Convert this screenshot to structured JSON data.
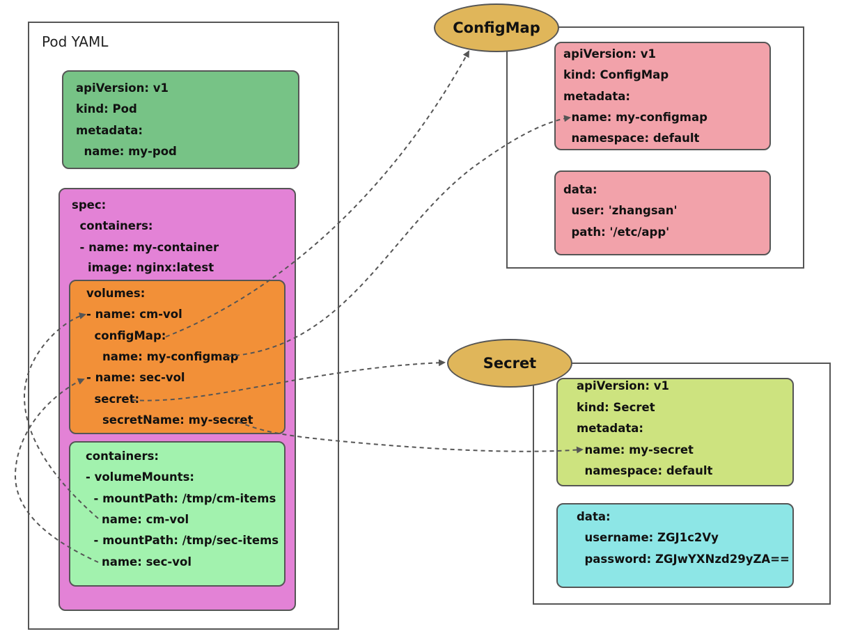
{
  "colors": {
    "pod_meta": "#77c386",
    "spec": "#e382d6",
    "volumes": "#f29038",
    "mounts": "#a2f2ae",
    "configmap_meta": "#f2a2aa",
    "configmap_data": "#f2a2aa",
    "secret_meta": "#cde37f",
    "secret_data": "#8de6e6",
    "ellipse": "#e0b65a",
    "border": "#555555"
  },
  "pod": {
    "title": "Pod YAML",
    "meta_lines": [
      "apiVersion: v1",
      "kind: Pod",
      "metadata:",
      "  name: my-pod"
    ],
    "spec_lines": [
      "spec:",
      "  containers:",
      "  - name: my-container",
      "    image: nginx:latest"
    ],
    "volumes_lines": [
      "volumes:",
      "- name: cm-vol",
      "  configMap:",
      "    name: my-configmap",
      "- name: sec-vol",
      "  secret:",
      "    secretName: my-secret"
    ],
    "mounts_lines": [
      "containers:",
      "- volumeMounts:",
      "  - mountPath: /tmp/cm-items",
      "    name: cm-vol",
      "  - mountPath: /tmp/sec-items",
      "    name: sec-vol"
    ]
  },
  "configmap": {
    "label": "ConfigMap",
    "meta_lines": [
      "apiVersion: v1",
      "kind: ConfigMap",
      "metadata:",
      "  name: my-configmap",
      "  namespace: default"
    ],
    "data_lines": [
      "data:",
      "  user: 'zhangsan'",
      "  path: '/etc/app'"
    ]
  },
  "secret": {
    "label": "Secret",
    "meta_lines": [
      "apiVersion: v1",
      "kind: Secret",
      "metadata:",
      "  name: my-secret",
      "  namespace: default"
    ],
    "data_lines": [
      "data:",
      "  username: ZGJ1c2Vy",
      "  password: ZGJwYXNzd29yZA=="
    ]
  }
}
